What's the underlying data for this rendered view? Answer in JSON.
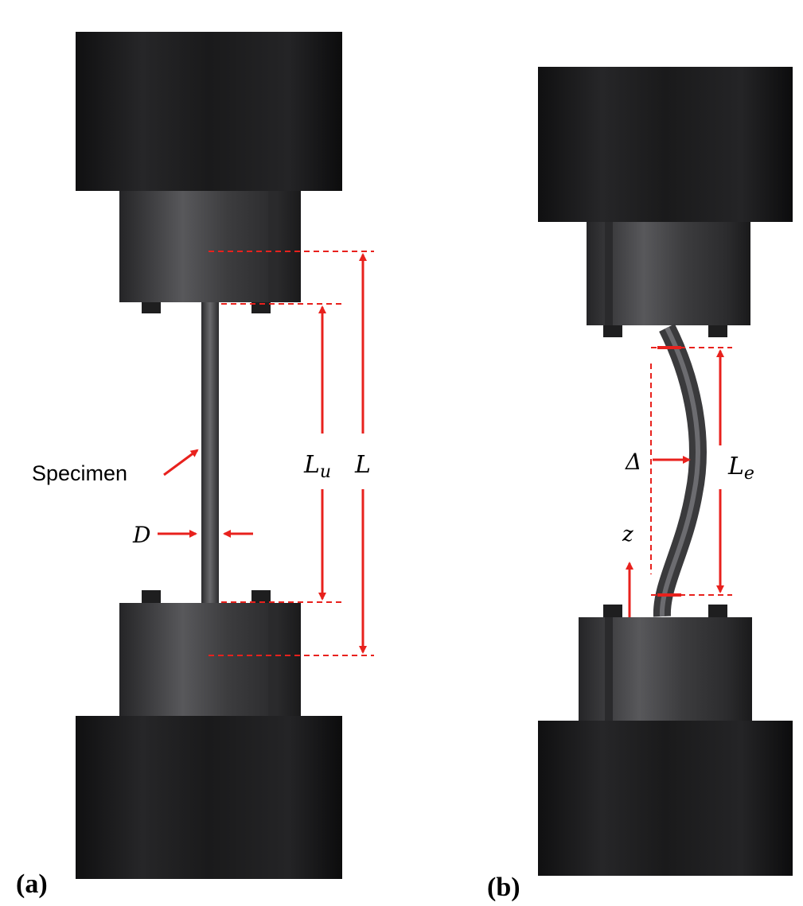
{
  "panel_a": {
    "tag": "(a)",
    "specimen_label": "Specimen",
    "d_label": "D",
    "lu_label_main": "L",
    "lu_label_sub": "u",
    "l_label": "L"
  },
  "panel_b": {
    "tag": "(b)",
    "delta_label": "Δ",
    "z_label": "z",
    "le_label_main": "L",
    "le_label_sub": "e"
  },
  "colors": {
    "annotation": "#e8211d",
    "grip_dark": "#1c1c1c",
    "grip_mid": "#3e3e40",
    "specimen": "#4a4a4c"
  }
}
